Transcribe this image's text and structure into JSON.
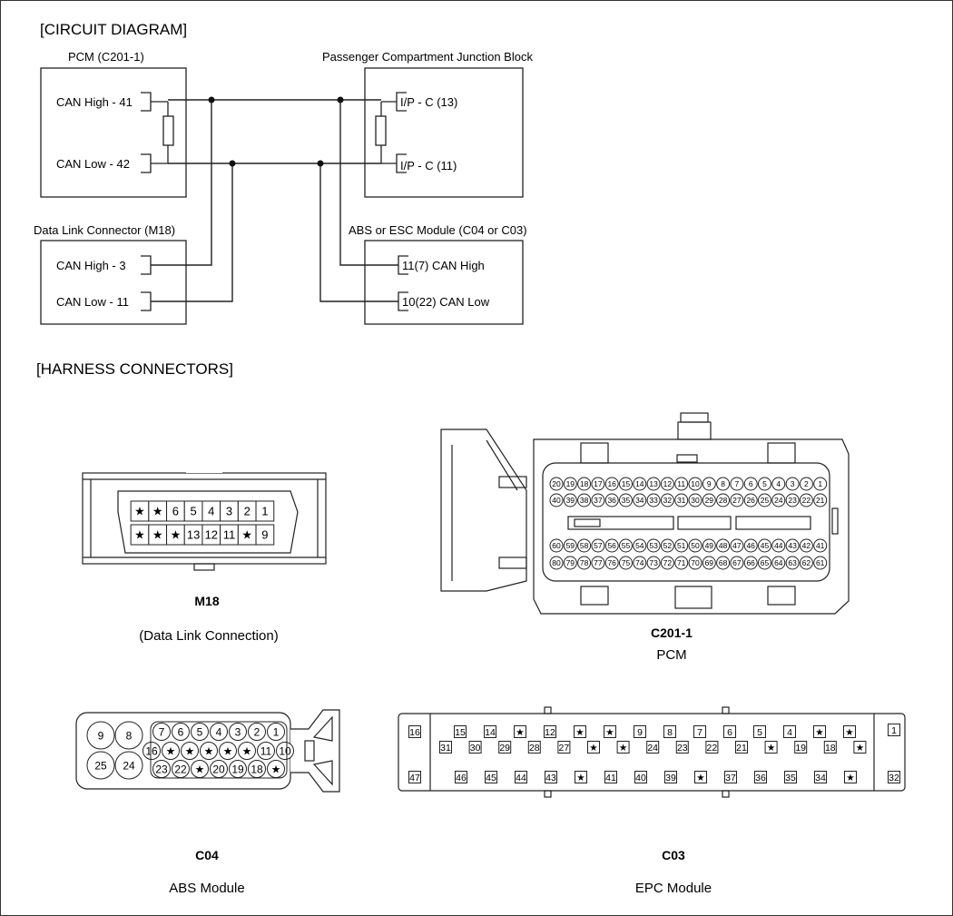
{
  "sections": {
    "circuit": "[CIRCUIT DIAGRAM]",
    "harness": "[HARNESS CONNECTORS]"
  },
  "circuit": {
    "pcm": {
      "title": "PCM (C201-1)",
      "pin_high": "CAN High - 41",
      "pin_low": "CAN Low - 42"
    },
    "jb": {
      "title": "Passenger Compartment Junction Block",
      "pin_high": "I/P - C (13)",
      "pin_low": "I/P - C (11)"
    },
    "dlc": {
      "title": "Data Link Connector (M18)",
      "pin_high": "CAN High - 3",
      "pin_low": "CAN Low - 11"
    },
    "abs": {
      "title": "ABS or ESC Module (C04 or C03)",
      "pin_high": "11(7) CAN High",
      "pin_low": "10(22) CAN Low"
    }
  },
  "connectors": {
    "m18": {
      "name": "M18",
      "desc": "(Data Link Connection)",
      "row1": [
        "★",
        "★",
        "6",
        "5",
        "4",
        "3",
        "2",
        "1"
      ],
      "row2": [
        "★",
        "★",
        "★",
        "13",
        "12",
        "11",
        "★",
        "9"
      ]
    },
    "c201": {
      "name": "C201-1",
      "desc": "PCM",
      "row1": [
        "20",
        "19",
        "18",
        "17",
        "16",
        "15",
        "14",
        "13",
        "12",
        "11",
        "10",
        "9",
        "8",
        "7",
        "6",
        "5",
        "4",
        "3",
        "2",
        "1"
      ],
      "row2": [
        "40",
        "39",
        "38",
        "37",
        "36",
        "35",
        "34",
        "33",
        "32",
        "31",
        "30",
        "29",
        "28",
        "27",
        "26",
        "25",
        "24",
        "23",
        "22",
        "21"
      ],
      "row3": [
        "60",
        "59",
        "58",
        "57",
        "56",
        "55",
        "54",
        "53",
        "52",
        "51",
        "50",
        "49",
        "48",
        "47",
        "46",
        "45",
        "44",
        "43",
        "42",
        "41"
      ],
      "row4": [
        "80",
        "79",
        "78",
        "77",
        "76",
        "75",
        "74",
        "73",
        "72",
        "71",
        "70",
        "69",
        "68",
        "67",
        "66",
        "65",
        "64",
        "63",
        "62",
        "61"
      ]
    },
    "c04": {
      "name": "C04",
      "desc": "ABS Module",
      "big": [
        "9",
        "8",
        "25",
        "24"
      ],
      "row1": [
        "7",
        "6",
        "5",
        "4",
        "3",
        "2",
        "1"
      ],
      "row2": [
        "16",
        "★",
        "★",
        "★",
        "★",
        "★",
        "11",
        "10"
      ],
      "row3": [
        "23",
        "22",
        "★",
        "20",
        "19",
        "18",
        "★"
      ]
    },
    "c03": {
      "name": "C03",
      "desc": "EPC Module",
      "left": [
        "16",
        "47"
      ],
      "right": [
        "1",
        "32"
      ],
      "top": [
        "15",
        "14",
        "★",
        "12",
        "★",
        "★",
        "9",
        "8",
        "7",
        "6",
        "5",
        "4",
        "★",
        "★"
      ],
      "mid": [
        "31",
        "30",
        "29",
        "28",
        "27",
        "★",
        "★",
        "24",
        "23",
        "22",
        "21",
        "★",
        "19",
        "18",
        "★"
      ],
      "bottom": [
        "46",
        "45",
        "44",
        "43",
        "★",
        "41",
        "40",
        "39",
        "★",
        "37",
        "36",
        "35",
        "34",
        "★"
      ]
    }
  }
}
